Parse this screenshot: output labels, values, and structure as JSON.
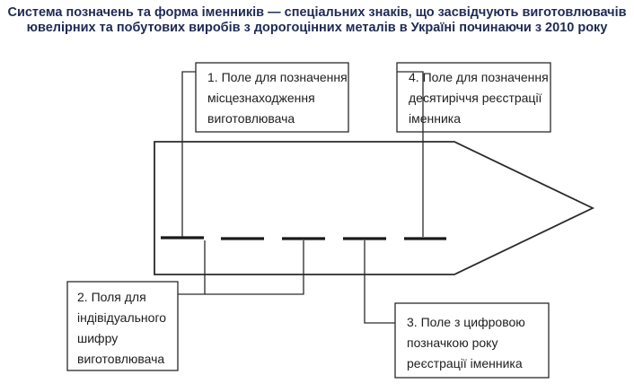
{
  "title": {
    "line1": "Система позначень та форма іменників — спеціальних знаків, що засвідчують виготовлювачів",
    "line2": "ювелірних та побутових виробів з дорогоцінних металів в Україні починаючи з 2010 року"
  },
  "labels": [
    {
      "id": "1",
      "lines": [
        "1. Поле для позначення",
        "місцезнаходження",
        "виготовлювача"
      ]
    },
    {
      "id": "2",
      "lines": [
        "2. Поля для",
        "індівідуального",
        "шифру",
        "виготовлювача"
      ]
    },
    {
      "id": "3",
      "lines": [
        "3. Поле з цифровою",
        "позначкою року",
        "реєстрації іменника"
      ]
    },
    {
      "id": "4",
      "lines": [
        "4. Поле для позначення",
        "десятиріччя реєстрації",
        "іменника"
      ]
    }
  ]
}
